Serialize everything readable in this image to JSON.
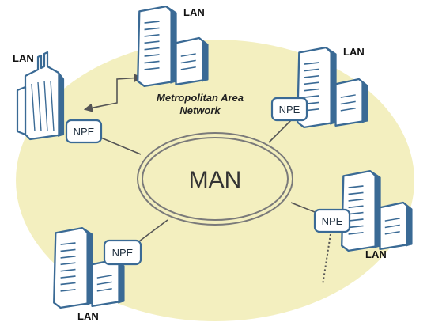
{
  "diagram": {
    "center_label": "MAN",
    "caption_line1": "Metropolitan Area",
    "caption_line2": "Network",
    "colors": {
      "area_fill": "#f3efbf",
      "building_stroke": "#3a6a95",
      "ring_stroke": "#7a7a7a"
    },
    "nodes": [
      {
        "id": "top",
        "lan_label": "LAN"
      },
      {
        "id": "top-left",
        "lan_label": "LAN",
        "npe_label": "NPE"
      },
      {
        "id": "top-right",
        "lan_label": "LAN",
        "npe_label": "NPE"
      },
      {
        "id": "right",
        "lan_label": "LAN",
        "npe_label": "NPE"
      },
      {
        "id": "bottom-left",
        "lan_label": "LAN",
        "npe_label": "NPE"
      }
    ]
  }
}
